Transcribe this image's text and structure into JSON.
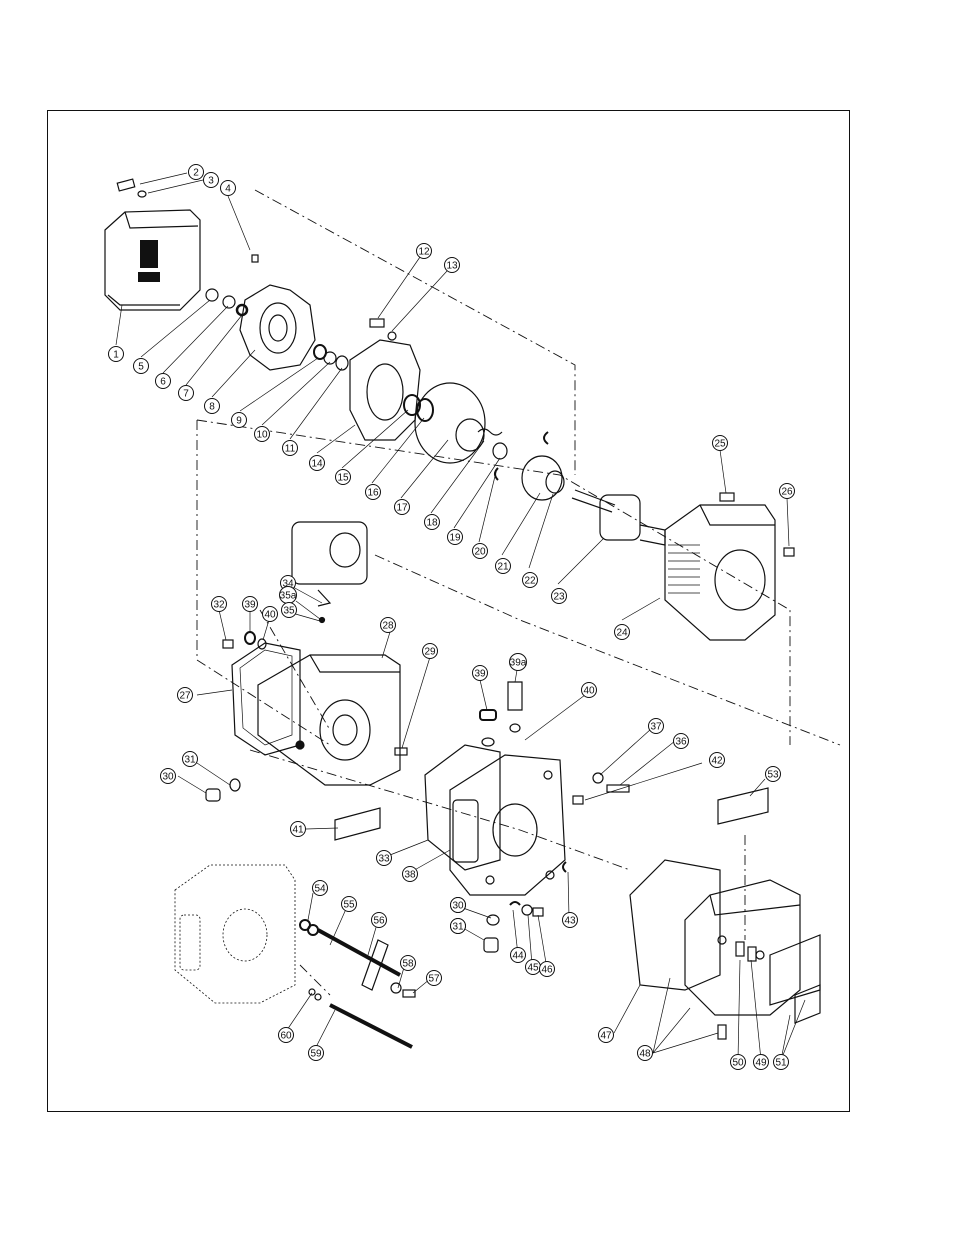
{
  "diagram": {
    "type": "exploded-parts-view",
    "callouts": [
      {
        "label": "1"
      },
      {
        "label": "2"
      },
      {
        "label": "3"
      },
      {
        "label": "4"
      },
      {
        "label": "5"
      },
      {
        "label": "6"
      },
      {
        "label": "7"
      },
      {
        "label": "8"
      },
      {
        "label": "9"
      },
      {
        "label": "10"
      },
      {
        "label": "11"
      },
      {
        "label": "12"
      },
      {
        "label": "13"
      },
      {
        "label": "14"
      },
      {
        "label": "15"
      },
      {
        "label": "16"
      },
      {
        "label": "17"
      },
      {
        "label": "18"
      },
      {
        "label": "19"
      },
      {
        "label": "20"
      },
      {
        "label": "21"
      },
      {
        "label": "22"
      },
      {
        "label": "23"
      },
      {
        "label": "24"
      },
      {
        "label": "25"
      },
      {
        "label": "26"
      },
      {
        "label": "27"
      },
      {
        "label": "28"
      },
      {
        "label": "29"
      },
      {
        "label": "30"
      },
      {
        "label": "31"
      },
      {
        "label": "32"
      },
      {
        "label": "34"
      },
      {
        "label": "35a"
      },
      {
        "label": "35"
      },
      {
        "label": "39"
      },
      {
        "label": "40"
      },
      {
        "label": "39"
      },
      {
        "label": "39a"
      },
      {
        "label": "40"
      },
      {
        "label": "37"
      },
      {
        "label": "36"
      },
      {
        "label": "42"
      },
      {
        "label": "53"
      },
      {
        "label": "41"
      },
      {
        "label": "33"
      },
      {
        "label": "38"
      },
      {
        "label": "31"
      },
      {
        "label": "30"
      },
      {
        "label": "43"
      },
      {
        "label": "44"
      },
      {
        "label": "45"
      },
      {
        "label": "46"
      },
      {
        "label": "54"
      },
      {
        "label": "55"
      },
      {
        "label": "56"
      },
      {
        "label": "58"
      },
      {
        "label": "57"
      },
      {
        "label": "60"
      },
      {
        "label": "59"
      },
      {
        "label": "47"
      },
      {
        "label": "48"
      },
      {
        "label": "50"
      },
      {
        "label": "49"
      },
      {
        "label": "51"
      },
      {
        "label": "30"
      },
      {
        "label": "31"
      }
    ]
  }
}
